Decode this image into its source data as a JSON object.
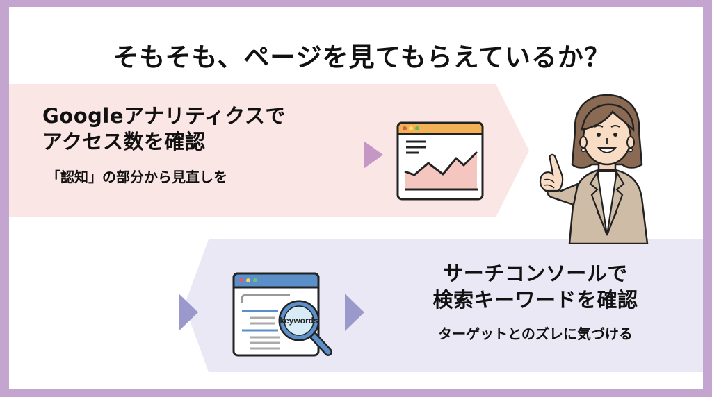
{
  "title": "そもそも、ページを見てもらえているか？",
  "sections": [
    {
      "id": "analytics",
      "heading_line1": "Googleアナリティクスで",
      "heading_line2": "アクセス数を確認",
      "subtext": "「認知」の部分から見直しを",
      "icon": "analytics-chart-window-icon",
      "band_color": "#fbe6e6",
      "arrow_color": "#c597c4"
    },
    {
      "id": "search-console",
      "heading_line1": "サーチコンソールで",
      "heading_line2": "検索キーワードを確認",
      "subtext": "ターゲットとのズレに気づける",
      "icon": "search-keywords-window-icon",
      "icon_label": "keywords",
      "band_color": "#e9e8f4",
      "arrow_color": "#9b99cc"
    }
  ],
  "illustration": "businesswoman-pointing-illustration",
  "colors": {
    "frame": "#c4a5d0",
    "panel": "#ffffff",
    "chart_titlebar": "#f2b154",
    "chart_fill": "#f5c5c0",
    "search_titlebar": "#5a8fc9",
    "magnifier": "#5a8fc9"
  }
}
